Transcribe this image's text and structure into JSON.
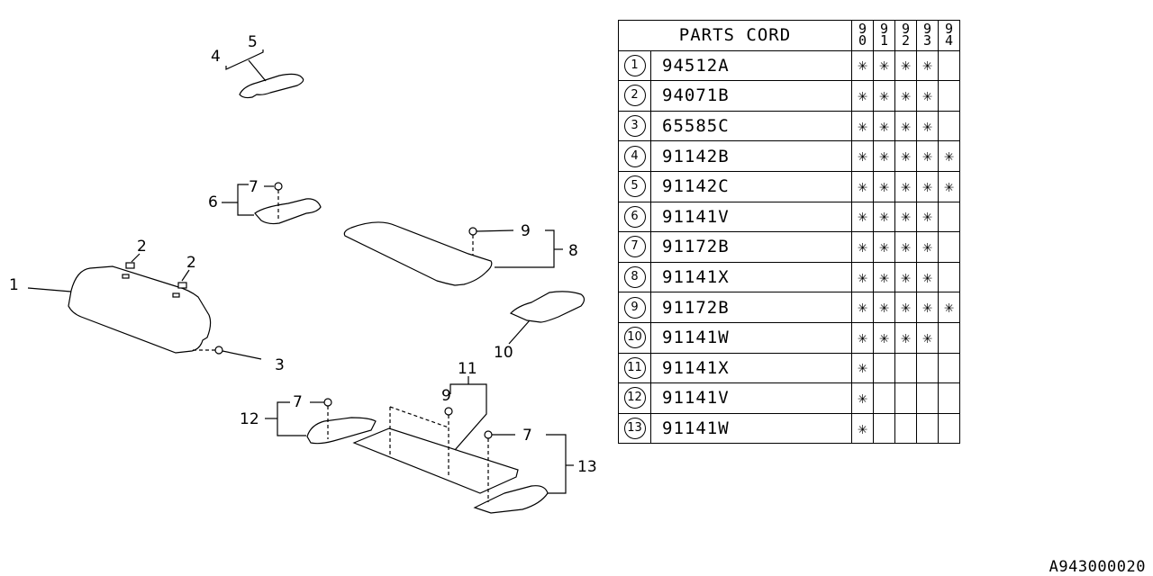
{
  "table": {
    "title": "PARTS CORD",
    "years": [
      {
        "d1": "9",
        "d2": "0"
      },
      {
        "d1": "9",
        "d2": "1"
      },
      {
        "d1": "9",
        "d2": "2"
      },
      {
        "d1": "9",
        "d2": "3"
      },
      {
        "d1": "9",
        "d2": "4"
      }
    ],
    "mark_symbol": "✳",
    "rows": [
      {
        "num": "1",
        "code": "94512A",
        "marks": [
          true,
          true,
          true,
          true,
          false
        ]
      },
      {
        "num": "2",
        "code": "94071B",
        "marks": [
          true,
          true,
          true,
          true,
          false
        ]
      },
      {
        "num": "3",
        "code": "65585C",
        "marks": [
          true,
          true,
          true,
          true,
          false
        ]
      },
      {
        "num": "4",
        "code": "91142B",
        "marks": [
          true,
          true,
          true,
          true,
          true
        ]
      },
      {
        "num": "5",
        "code": "91142C",
        "marks": [
          true,
          true,
          true,
          true,
          true
        ]
      },
      {
        "num": "6",
        "code": "91141V",
        "marks": [
          true,
          true,
          true,
          true,
          false
        ]
      },
      {
        "num": "7",
        "code": "91172B",
        "marks": [
          true,
          true,
          true,
          true,
          false
        ]
      },
      {
        "num": "8",
        "code": "91141X",
        "marks": [
          true,
          true,
          true,
          true,
          false
        ]
      },
      {
        "num": "9",
        "code": "91172B",
        "marks": [
          true,
          true,
          true,
          true,
          true
        ]
      },
      {
        "num": "10",
        "code": "91141W",
        "marks": [
          true,
          true,
          true,
          true,
          false
        ]
      },
      {
        "num": "11",
        "code": "91141X",
        "marks": [
          true,
          false,
          false,
          false,
          false
        ]
      },
      {
        "num": "12",
        "code": "91141V",
        "marks": [
          true,
          false,
          false,
          false,
          false
        ]
      },
      {
        "num": "13",
        "code": "91141W",
        "marks": [
          true,
          false,
          false,
          false,
          false
        ]
      }
    ]
  },
  "callouts": {
    "c1": "1",
    "c2a": "2",
    "c2b": "2",
    "c3": "3",
    "c4": "4",
    "c5": "5",
    "c6": "6",
    "c7a": "7",
    "c8": "8",
    "c9a": "9",
    "c10": "10",
    "c11": "11",
    "c9b": "9",
    "c12": "12",
    "c7b": "7",
    "c7c": "7",
    "c13": "13"
  },
  "reference_code": "A943000020"
}
